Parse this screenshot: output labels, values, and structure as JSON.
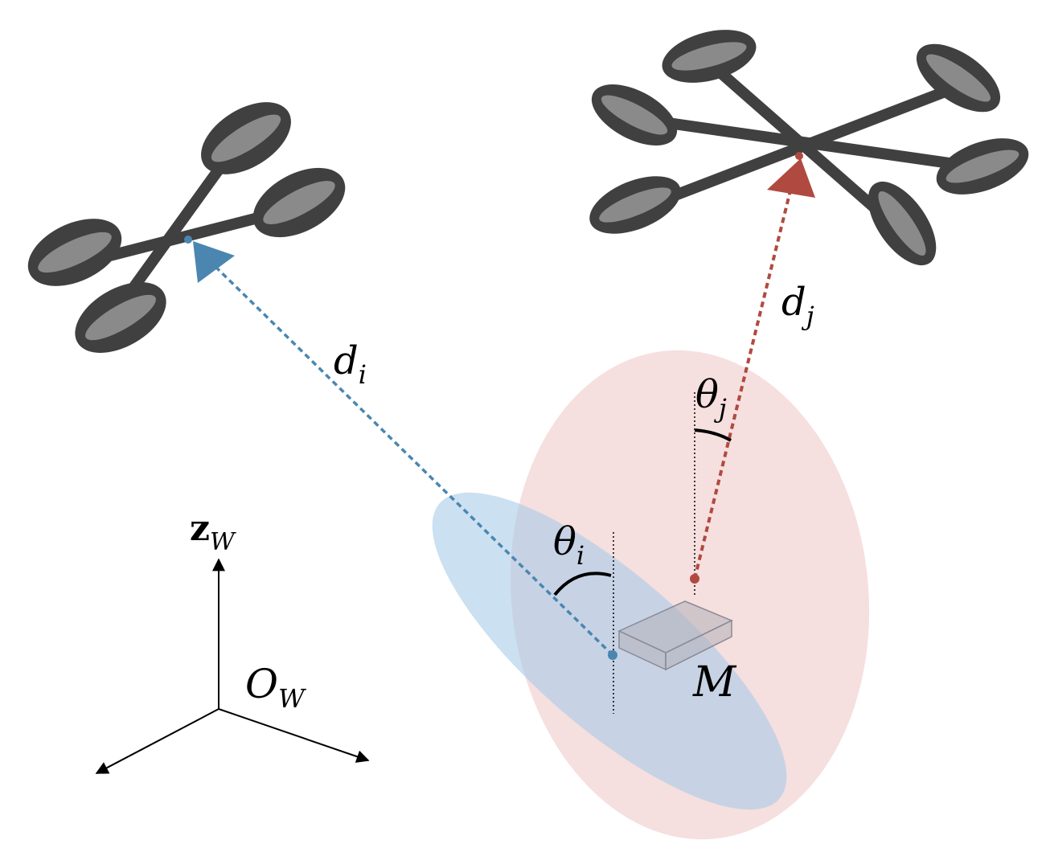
{
  "labels": {
    "di": {
      "main": "d",
      "sub": "i"
    },
    "dj": {
      "main": "d",
      "sub": "j"
    },
    "theta_i": {
      "main": "θ",
      "sub": "i"
    },
    "theta_j": {
      "main": "θ",
      "sub": "j"
    },
    "marker": "M",
    "axis_z": {
      "main": "z",
      "sub": "W"
    },
    "origin": {
      "main": "O",
      "sub": "W"
    }
  },
  "colors": {
    "drone_body": "#404040",
    "propeller_blade": "#8a8a8a",
    "blue": "#4a86b0",
    "red": "#b04a40",
    "blue_ellipse": "#a9cbe8",
    "red_ellipse": "#efc4c4",
    "marker_fill": "#b0b0b8"
  }
}
